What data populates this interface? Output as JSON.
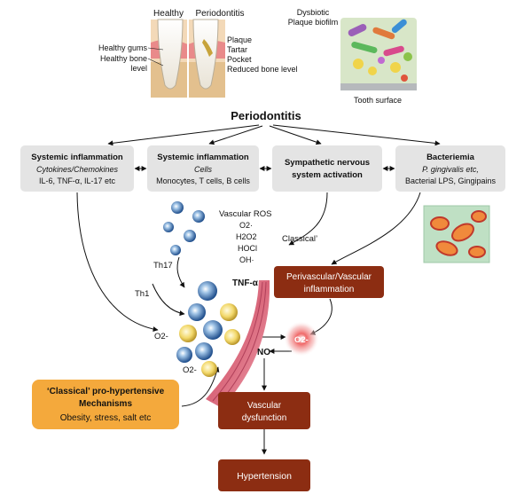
{
  "top_panel": {
    "healthy_label": "Healthy",
    "periodontitis_label": "Periodontitis",
    "left_labels": [
      "Healthy gums",
      "Healthy bone",
      "level"
    ],
    "right_labels": [
      "Plaque",
      "Tartar",
      "Pocket",
      "Reduced bone level"
    ],
    "biofilm_title_line1": "Dysbiotic",
    "biofilm_title_line2": "Plaque biofilm",
    "tooth_surface": "Tooth surface"
  },
  "root": {
    "title": "Periodontitis"
  },
  "boxes": {
    "systemic_cytokines": {
      "title": "Systemic inflammation",
      "subtitle": "Cytokines/Chemokines",
      "detail": "IL-6, TNF-α, IL-17 etc"
    },
    "systemic_cells": {
      "title": "Systemic inflammation",
      "subtitle": "Cells",
      "detail": "Monocytes, T cells, B cells"
    },
    "sympathetic": {
      "line1": "Sympathetic nervous",
      "line2": "system activation"
    },
    "bacteriemia": {
      "title": "Bacteriemia",
      "subtitle": "P. gingivalis etc,",
      "detail": "Bacterial LPS, Gingipains"
    }
  },
  "middle": {
    "ros_lines": [
      "Vascular ROS",
      "O2·",
      "H2O2",
      "HOCl",
      "OH·"
    ],
    "classical_label": "Classical’",
    "th17": "Th17",
    "th1": "Th1",
    "tnf": "TNF-α",
    "o2_left": "O2-",
    "o2_bottom": "O2-",
    "o2_red": "O2-",
    "no_label": "NO"
  },
  "perivascular": {
    "line1": "Perivascular/Vascular",
    "line2": "inflammation"
  },
  "classical_mech": {
    "line1": "‘Classical’ pro-hypertensive",
    "line2": "Mechanisms",
    "line3": "Obesity, stress, salt etc"
  },
  "dysfunction": {
    "line1": "Vascular",
    "line2": "dysfunction"
  },
  "hypertension": {
    "label": "Hypertension"
  },
  "colors": {
    "gray_box": "#e4e4e4",
    "brown_box": "#8c2d12",
    "orange_box": "#f4a93c",
    "red_accent": "#d22a2a",
    "vessel_pink": "#e07b8c"
  }
}
